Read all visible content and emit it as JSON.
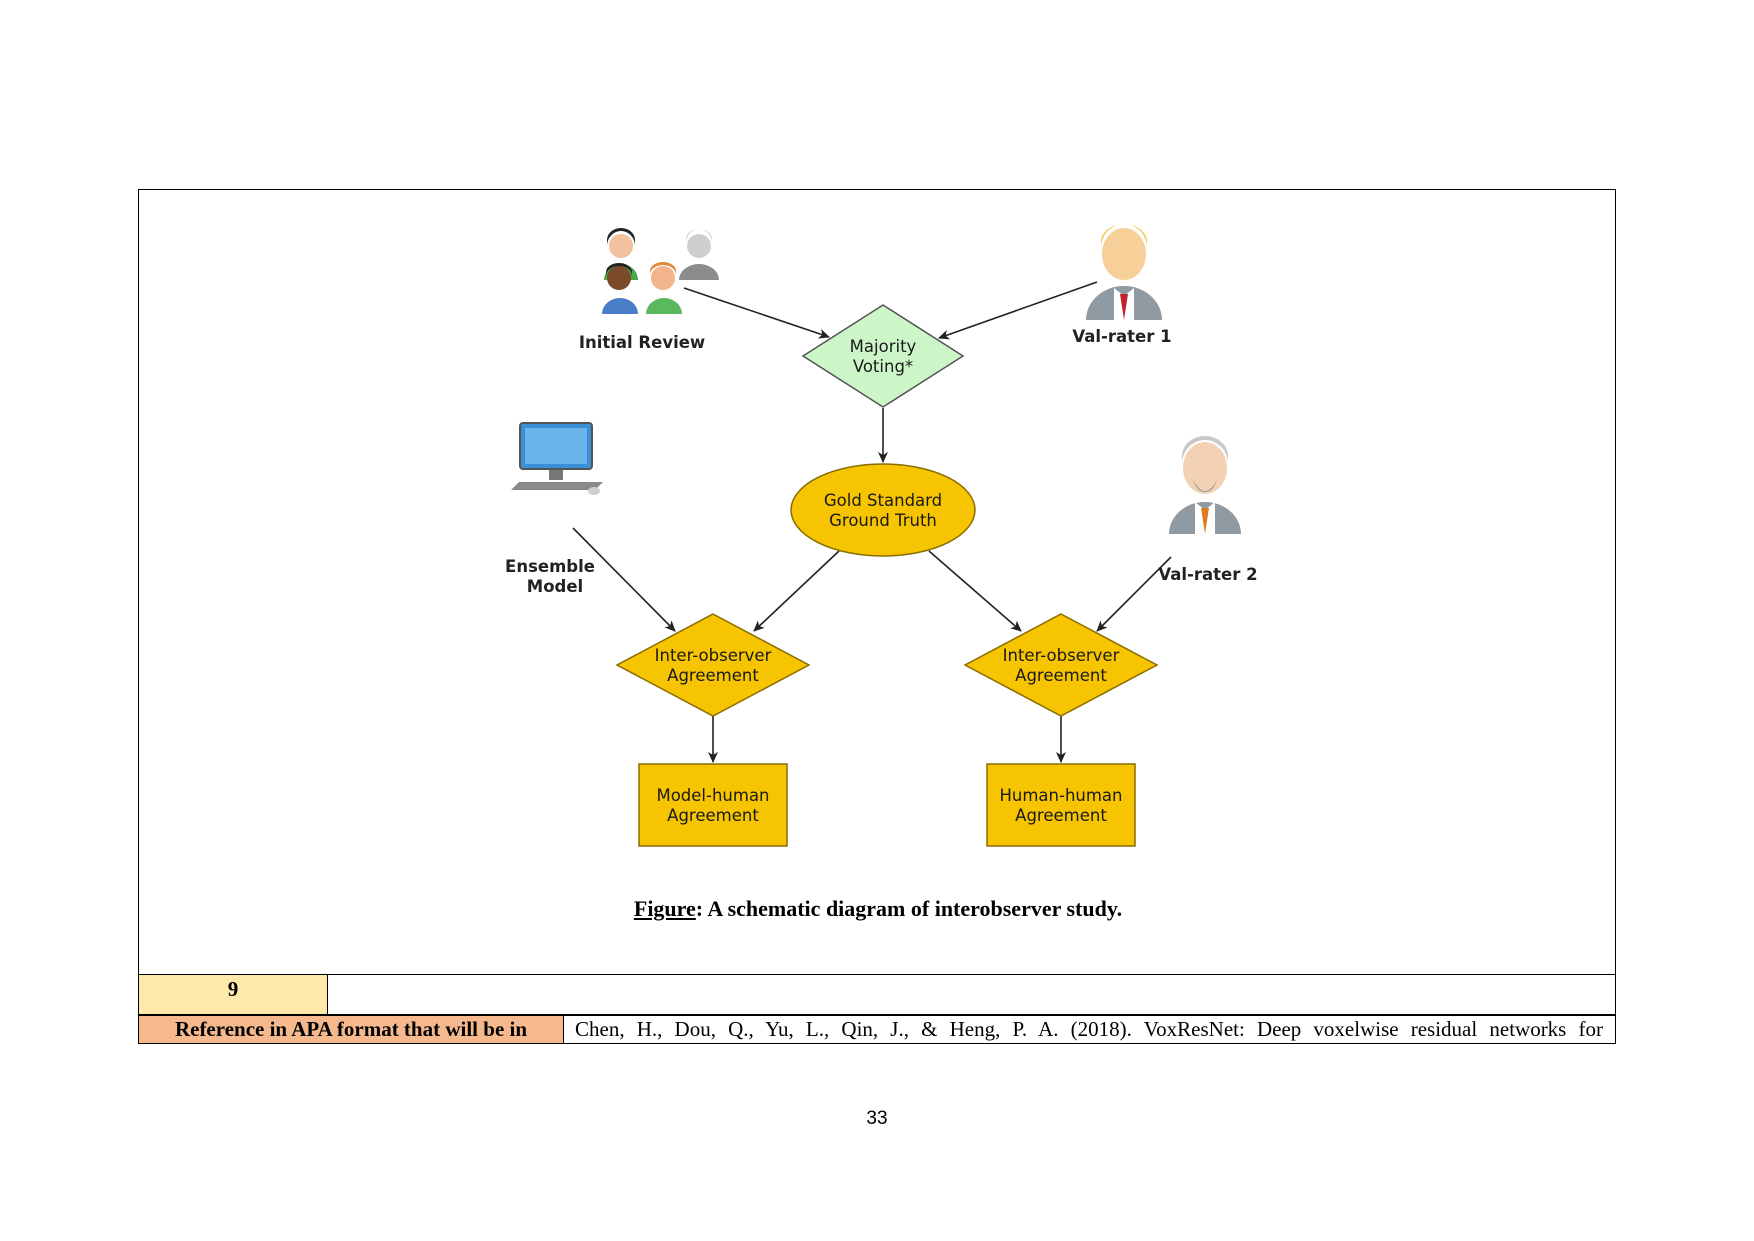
{
  "diagram": {
    "actors": {
      "initial_review": "Initial Review",
      "val_rater_1": "Val-rater 1",
      "ensemble_model": [
        "Ensemble",
        "Model"
      ],
      "val_rater_2": "Val-rater 2"
    },
    "nodes": {
      "majority_voting": [
        "Majority",
        "Voting*"
      ],
      "gold_standard": [
        "Gold Standard",
        "Ground Truth"
      ],
      "inter_observer_left": [
        "Inter-observer",
        "Agreement"
      ],
      "inter_observer_right": [
        "Inter-observer",
        "Agreement"
      ],
      "model_human": [
        "Model-human",
        "Agreement"
      ],
      "human_human": [
        "Human-human",
        "Agreement"
      ]
    },
    "colors": {
      "diamond_green": "#ccf5c8",
      "gold": "#f6c400",
      "gold_border": "#8a6d00"
    }
  },
  "caption": {
    "label": "Figure",
    "text": ": A schematic diagram of interobserver study."
  },
  "table": {
    "row_number": "9",
    "reference_label": "Reference in APA format that will be in",
    "reference_value": "Chen, H., Dou, Q., Yu, L., Qin, J., & Heng, P. A. (2018). VoxResNet: Deep voxelwise residual networks for",
    "colors": {
      "number_cell": "#fde9a9",
      "label_cell": "#f6b98d"
    }
  },
  "page_number": "33"
}
